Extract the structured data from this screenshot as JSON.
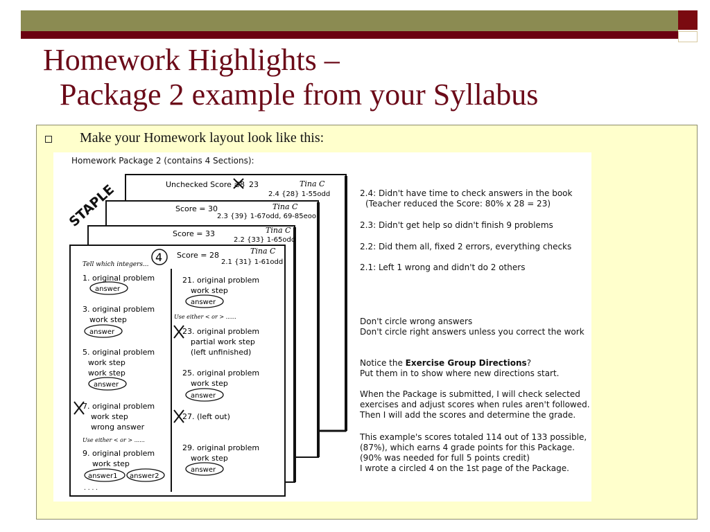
{
  "slide": {
    "title_line1": "Homework Highlights –",
    "title_line2": "Package 2 example from your Syllabus",
    "bullet": "Make your Homework layout look like this:"
  },
  "figure": {
    "heading": "Homework Package 2 (contains 4 Sections):",
    "staple": "STAPLE",
    "name": "Tina C",
    "sheet4": {
      "score_label": "Unchecked Score = ",
      "score_struck": "28",
      "score_value": "23",
      "section": "2.4 {28} 1-55odd"
    },
    "sheet3": {
      "score": "Score = 30",
      "section": "2.3 {39} 1-67odd, 69-85eoo"
    },
    "sheet2": {
      "score": "Score = 33",
      "section": "2.2 {33} 1-65odd"
    },
    "sheet1": {
      "grade": "4",
      "score": "Score = 28",
      "section": "2.1 {31} 1-61odd",
      "directions": "Tell which integers..."
    },
    "left_col": {
      "p1": "1. original problem",
      "p3": "3. original problem",
      "p3_step": "work step",
      "p5": "5. original problem",
      "p5_step1": "work step",
      "p5_step2": "work step",
      "p7": "7. original problem",
      "p7_step": "work step",
      "p7_wrong": "wrong answer",
      "use_either": "Use either < or > ......",
      "p9": "9. original problem",
      "p9_step": "work step",
      "answer": "answer",
      "answer1": "answer1",
      "answer2": "answer2",
      "dots": ". . . ."
    },
    "right_col": {
      "p21": "21. original problem",
      "p21_step": "work step",
      "use_either": "Use either < or > ......",
      "p23": "23. original problem",
      "p23_step": "partial work step",
      "p23_note": "(left unfinished)",
      "p25": "25. original problem",
      "p25_step": "work step",
      "p27": "27.  (left out)",
      "p29": "29. original problem",
      "p29_step": "work step"
    },
    "notes": {
      "n1": "2.4: Didn't have time to check answers in the book",
      "n1b": "(Teacher reduced the Score: 80% x 28 = 23)",
      "n2": "2.3: Didn't get help so didn't finish 9 problems",
      "n3": "2.2: Did them all, fixed 2 errors, everything checks",
      "n4": "2.1: Left 1 wrong and didn't do 2 others",
      "n5a": "Don't circle wrong answers",
      "n5b": "Don't circle right answers unless you correct the work",
      "n6a_pre": "Notice the ",
      "n6a_bold": "Exercise Group Directions",
      "n6a_post": "?",
      "n6b": "Put them in to show where new directions start.",
      "n7a": "When the Package is submitted, I will check selected",
      "n7b": "exercises and adjust scores when rules aren't followed.",
      "n7c": "Then I will add the scores and determine the grade.",
      "n8a": "This example's scores totaled 114 out of 133 possible,",
      "n8b": "(87%), which earns 4 grade points for this Package.",
      "n8c": "(90% was needed for full 5 points credit)",
      "n8d": "I wrote a circled 4 on the 1st page of the Package."
    }
  },
  "colors": {
    "title": "#6b0a18",
    "band": "#8b8b52",
    "bar": "#6b0010",
    "panel": "#ffffcc"
  }
}
